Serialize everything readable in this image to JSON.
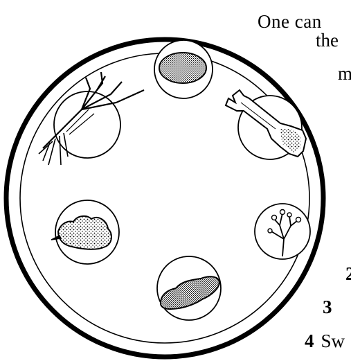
{
  "text_lines": {
    "line1": "One can",
    "line2": "the",
    "line3": "m"
  },
  "list_items": [
    {
      "number": "2",
      "text": ""
    },
    {
      "number": "3",
      "text": ""
    },
    {
      "number": "4",
      "text": "Sw"
    }
  ],
  "plate_items": [
    {
      "icon": "egg-icon"
    },
    {
      "icon": "shankbone-icon"
    },
    {
      "icon": "parsley-icon"
    },
    {
      "icon": "lettuce-icon"
    },
    {
      "icon": "charoset-icon"
    },
    {
      "icon": "horseradish-icon"
    }
  ],
  "colors": {
    "ink": "#000000",
    "paper": "#ffffff"
  }
}
